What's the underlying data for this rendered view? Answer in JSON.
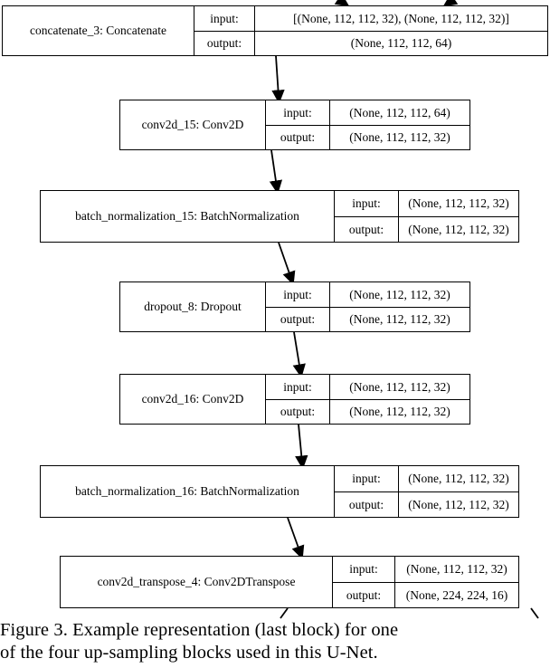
{
  "figure": {
    "caption_line1": "Figure 3. Example representation (last block) for one",
    "caption_line2": "of the four up-sampling blocks used in this U-Net.",
    "caption_full": "Figure 3. Example representation (last block) for one of the four up-sampling blocks used in this U-Net."
  },
  "labels": {
    "input": "input:",
    "output": "output:"
  },
  "colors": {
    "stroke": "#000000",
    "background": "#ffffff",
    "text": "#000000"
  },
  "graph": {
    "type": "flowchart",
    "direction": "top-to-bottom",
    "nodes": [
      {
        "id": "concatenate_3",
        "name": "concatenate_3: Concatenate",
        "input": "[(None, 112, 112, 32), (None, 112, 112, 32)]",
        "output": "(None, 112, 112, 64)"
      },
      {
        "id": "conv2d_15",
        "name": "conv2d_15: Conv2D",
        "input": "(None, 112, 112, 64)",
        "output": "(None, 112, 112, 32)"
      },
      {
        "id": "batch_normalization_15",
        "name": "batch_normalization_15: BatchNormalization",
        "input": "(None, 112, 112, 32)",
        "output": "(None, 112, 112, 32)"
      },
      {
        "id": "dropout_8",
        "name": "dropout_8: Dropout",
        "input": "(None, 112, 112, 32)",
        "output": "(None, 112, 112, 32)"
      },
      {
        "id": "conv2d_16",
        "name": "conv2d_16: Conv2D",
        "input": "(None, 112, 112, 32)",
        "output": "(None, 112, 112, 32)"
      },
      {
        "id": "batch_normalization_16",
        "name": "batch_normalization_16: BatchNormalization",
        "input": "(None, 112, 112, 32)",
        "output": "(None, 112, 112, 32)"
      },
      {
        "id": "conv2d_transpose_4",
        "name": "conv2d_transpose_4: Conv2DTranspose",
        "input": "(None, 112, 112, 32)",
        "output": "(None, 224, 224, 16)"
      }
    ],
    "edges": [
      {
        "from": "(off-screen above, left branch)",
        "to": "concatenate_3"
      },
      {
        "from": "(off-screen above, right branch)",
        "to": "concatenate_3"
      },
      {
        "from": "concatenate_3",
        "to": "conv2d_15"
      },
      {
        "from": "conv2d_15",
        "to": "batch_normalization_15"
      },
      {
        "from": "batch_normalization_15",
        "to": "dropout_8"
      },
      {
        "from": "dropout_8",
        "to": "conv2d_16"
      },
      {
        "from": "conv2d_16",
        "to": "batch_normalization_16"
      },
      {
        "from": "batch_normalization_16",
        "to": "conv2d_transpose_4"
      },
      {
        "from": "conv2d_transpose_4",
        "to": "(off-screen below)"
      }
    ]
  }
}
